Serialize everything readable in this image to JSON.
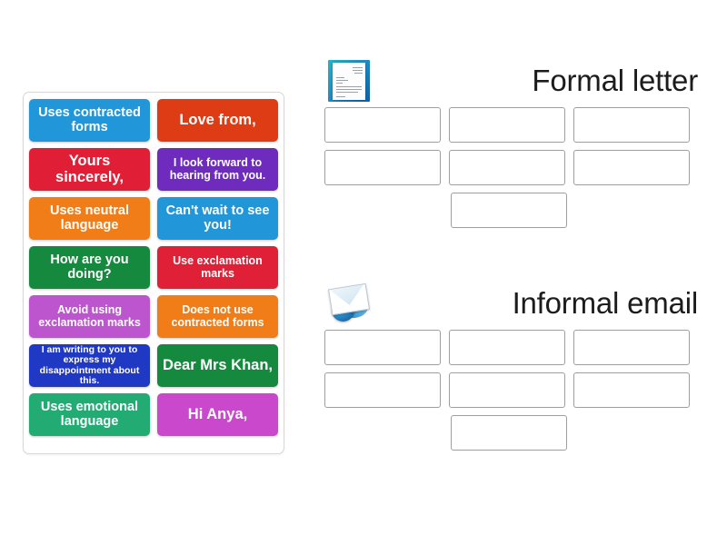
{
  "activity": {
    "type": "group-sort-drag-and-drop",
    "tile_panel": {
      "name": "answer-tiles",
      "tiles": [
        {
          "label": "Uses contracted forms",
          "color": "#2196d9",
          "size": "md"
        },
        {
          "label": "Love from,",
          "color": "#dd3c14",
          "size": "lg"
        },
        {
          "label": "Yours sincerely,",
          "color": "#e01f36",
          "size": "lg"
        },
        {
          "label": "I look forward to hearing from you.",
          "color": "#6e2bbd",
          "size": "sm"
        },
        {
          "label": "Uses neutral language",
          "color": "#f07d17",
          "size": "md"
        },
        {
          "label": "Can't wait to see you!",
          "color": "#2196d9",
          "size": "md"
        },
        {
          "label": "How are you doing?",
          "color": "#15893d",
          "size": "md"
        },
        {
          "label": "Use exclamation marks",
          "color": "#df2036",
          "size": "sm"
        },
        {
          "label": "Avoid using exclamation marks",
          "color": "#bd55cf",
          "size": "sm"
        },
        {
          "label": "Does not use contracted forms",
          "color": "#f07d17",
          "size": "sm",
          "bold_word": "not"
        },
        {
          "label": "I am writing to you to express my disappointment about this.",
          "color": "#1f39c4",
          "size": "xs"
        },
        {
          "label": "Dear Mrs Khan,",
          "color": "#15893d",
          "size": "lg"
        },
        {
          "label": "Uses emotional language",
          "color": "#22ab72",
          "size": "md"
        },
        {
          "label": "Hi Anya,",
          "color": "#c948cc",
          "size": "lg"
        }
      ]
    },
    "groups": [
      {
        "title": "Formal letter",
        "icon": "document-icon",
        "dropzone_count": 7,
        "dropzone_rows": [
          3,
          3,
          1
        ]
      },
      {
        "title": "Informal email",
        "icon": "email-envelope-icon",
        "dropzone_count": 7,
        "dropzone_rows": [
          3,
          3,
          1
        ]
      }
    ]
  },
  "colors": {
    "panel_border": "#d8d8d8",
    "dropzone_border": "#9e9e9e",
    "title_text": "#1c1c1c",
    "background": "#ffffff"
  }
}
